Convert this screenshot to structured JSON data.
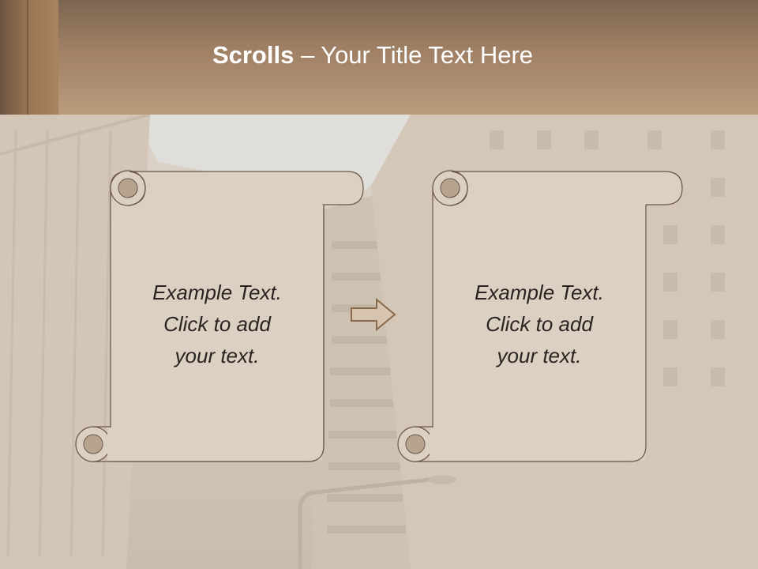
{
  "slide": {
    "title_bold": "Scrolls",
    "title_rest": " – Your Title Text Here"
  },
  "scrolls": [
    {
      "text_line1": "Example  Text.",
      "text_line2": "Click  to add",
      "text_line3": "your text."
    },
    {
      "text_line1": "Example  Text.",
      "text_line2": "Click  to add",
      "text_line3": "your text."
    }
  ],
  "colors": {
    "header_top": "#7c6550",
    "header_bottom": "#b99b7c",
    "scroll_fill": "#dcd0c2",
    "scroll_curl": "#b7a48f",
    "scroll_stroke": "#6b5848",
    "arrow_fill": "#d6c4ae",
    "arrow_stroke": "#8a6a4a"
  },
  "icons": {
    "arrow": "right-arrow-icon"
  }
}
